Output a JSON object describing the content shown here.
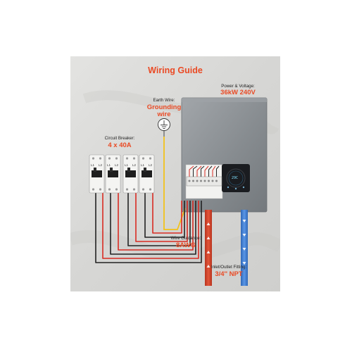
{
  "title": "Wiring Guide",
  "power": {
    "label": "Power & Voltage:",
    "value": "36kW 240V"
  },
  "earth": {
    "label": "Earth Wire:",
    "value_line1": "Grounding",
    "value_line2": "wire"
  },
  "breaker": {
    "label": "Circuit Breaker:",
    "value": "4 x 40A",
    "terminal_labels": [
      "L1",
      "L2"
    ],
    "count": 4
  },
  "wire_guidance": {
    "label": "Wire Guidance:",
    "value": "8AWG"
  },
  "fitting": {
    "label": "Inlet/Outlet Fitting:",
    "value": "3/4'' NPT"
  },
  "display": {
    "readout": "29C"
  },
  "colors": {
    "accent": "#ea4a24",
    "live_wire_red": "#d92b22",
    "live_wire_black": "#222222",
    "earth_wire": "#f2c21b",
    "hot_pipe": "#d8442a",
    "cold_pipe": "#3f7fd6",
    "heater_body": "#8d9296",
    "background": "#d9d9d7"
  }
}
